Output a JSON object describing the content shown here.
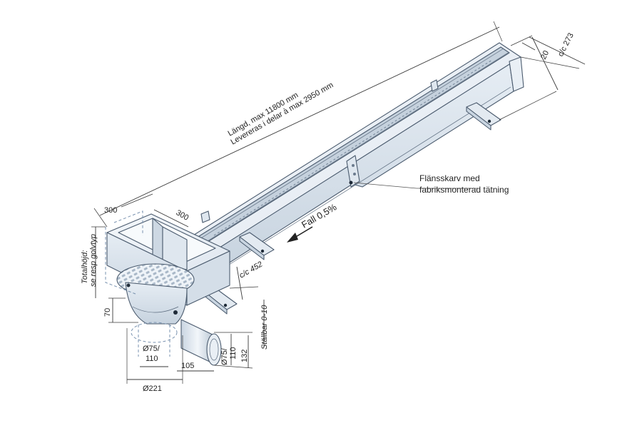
{
  "labels": {
    "length_line1": "Längd, max 11800 mm",
    "length_line2": "Levereras i delar à max 2950 mm",
    "flange_line1": "Flänsskarv med",
    "flange_line2": "fabriksmonterad tätning",
    "fall": "Fall 0,5%",
    "cc273": "c/c 273",
    "dim20": "20",
    "dim300a": "300",
    "dim300b": "300",
    "cc452": "c/c 452",
    "total_height_line1": "Totalhöjd:",
    "total_height_line2": "se resp golvtyp",
    "dim70": "70",
    "adjustable": "Ställbar 0-10",
    "dia75_110_left_a": "Ø75/",
    "dia75_110_left_b": "110",
    "dia75_110_right_a": "Ø75/",
    "dia75_110_right_b": "110",
    "dim105": "105",
    "dim132": "132",
    "dia221": "Ø221"
  },
  "colors": {
    "steel_light": "#eef3f8",
    "steel_mid": "#d9e2ec",
    "steel_dark": "#b9c6d4",
    "outline": "#4b5b6e"
  }
}
